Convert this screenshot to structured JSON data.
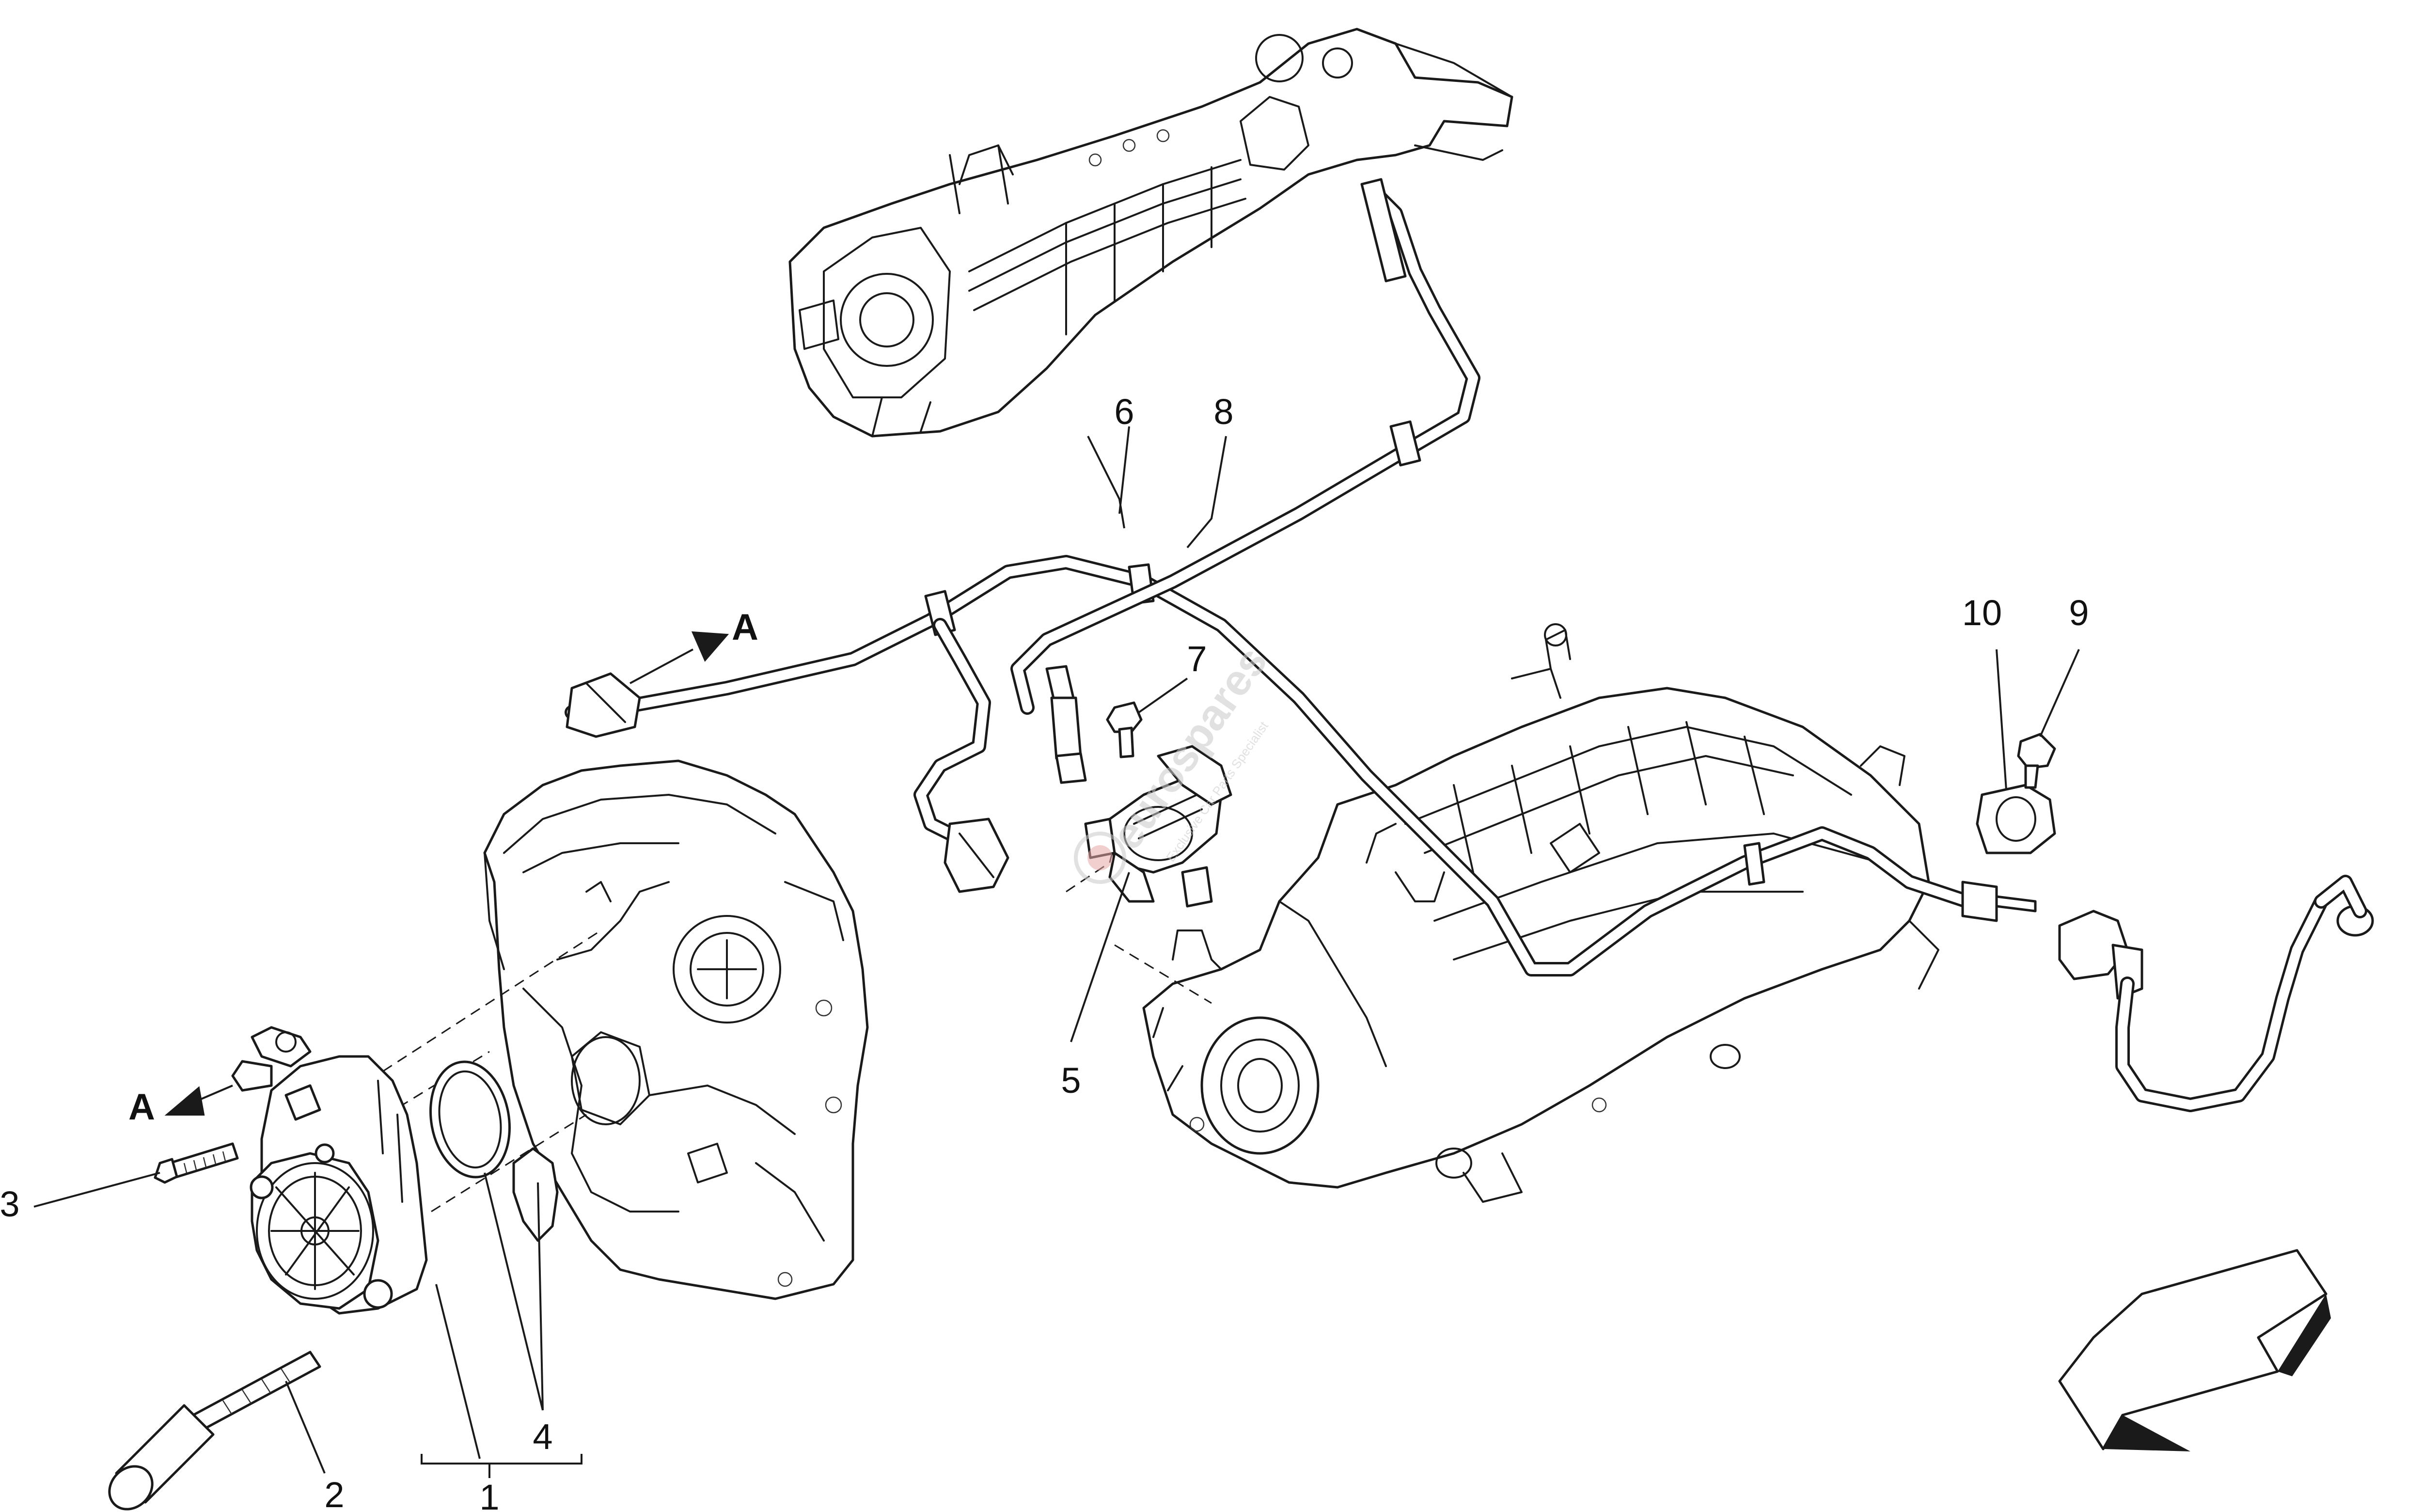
{
  "diagram": {
    "callouts": {
      "c1": "1",
      "c2": "2",
      "c3": "3",
      "c4": "4",
      "c5": "5",
      "c6": "6",
      "c7": "7",
      "c8": "8",
      "c9": "9",
      "c10": "10"
    },
    "connection_marks": {
      "upper": "A",
      "lower": "A"
    },
    "watermark_text": "eurospares",
    "watermark_subtext": "Exclusive Car Parts Specialist",
    "colors": {
      "line": "#1a1a1a",
      "background": "#ffffff",
      "watermark": "#c9c9c9",
      "watermark_accent": "#e8a9a9"
    },
    "icons": {
      "direction": "orientation-arrow-icon"
    }
  }
}
